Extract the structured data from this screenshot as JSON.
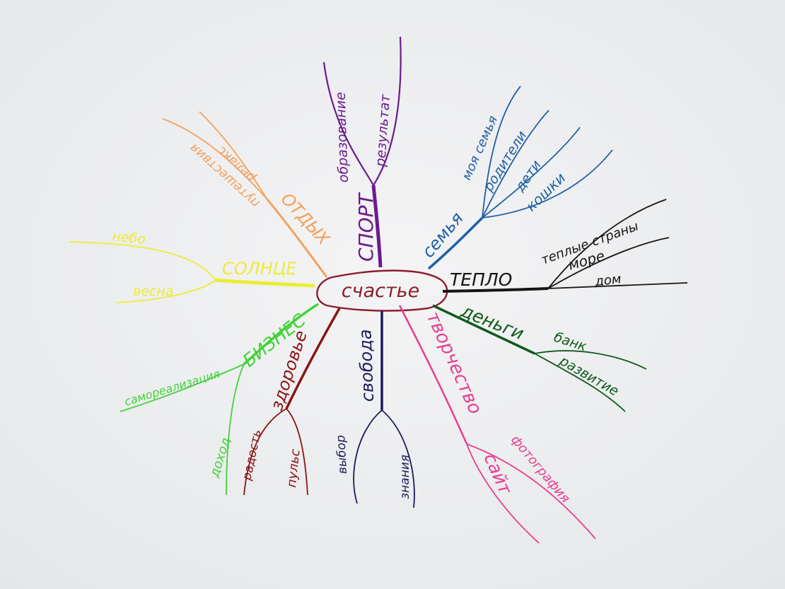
{
  "map": {
    "center": {
      "label": "счастье",
      "color": "#8b1e2e"
    },
    "branches": [
      {
        "id": "sport",
        "label": "СПОРТ",
        "color": "#6a1b8f",
        "children": [
          "образование",
          "результат"
        ]
      },
      {
        "id": "otdyh",
        "label": "ОТДЫХ",
        "color": "#f5a15a",
        "children": [
          "путешествия",
          "релакс"
        ]
      },
      {
        "id": "solnce",
        "label": "СОЛНЦЕ",
        "color": "#ecec3a",
        "children": [
          "небо",
          "весна"
        ]
      },
      {
        "id": "biznes",
        "label": "БИЗНЕС",
        "color": "#43d23a",
        "children": [
          "самореализация",
          "доход"
        ]
      },
      {
        "id": "zdorove",
        "label": "здоровье",
        "color": "#8a1414",
        "children": [
          "радость",
          "пульс"
        ]
      },
      {
        "id": "svoboda",
        "label": "свобода",
        "color": "#1c1a5c",
        "children": [
          "выбор",
          "знания"
        ]
      },
      {
        "id": "tvorchestvo",
        "label": "творчество",
        "color": "#ea3c8f",
        "children": [
          "фотография",
          "сайт"
        ]
      },
      {
        "id": "dengi",
        "label": "деньги",
        "color": "#0f5a1c",
        "children": [
          "банк",
          "развитие"
        ]
      },
      {
        "id": "teplo",
        "label": "ТЕПЛО",
        "color": "#151515",
        "children": [
          "теплые страны",
          "море",
          "дом"
        ]
      },
      {
        "id": "semya",
        "label": "семья",
        "color": "#1f5fa6",
        "children": [
          "моя семья",
          "родители",
          "дети",
          "кошки"
        ]
      }
    ]
  }
}
